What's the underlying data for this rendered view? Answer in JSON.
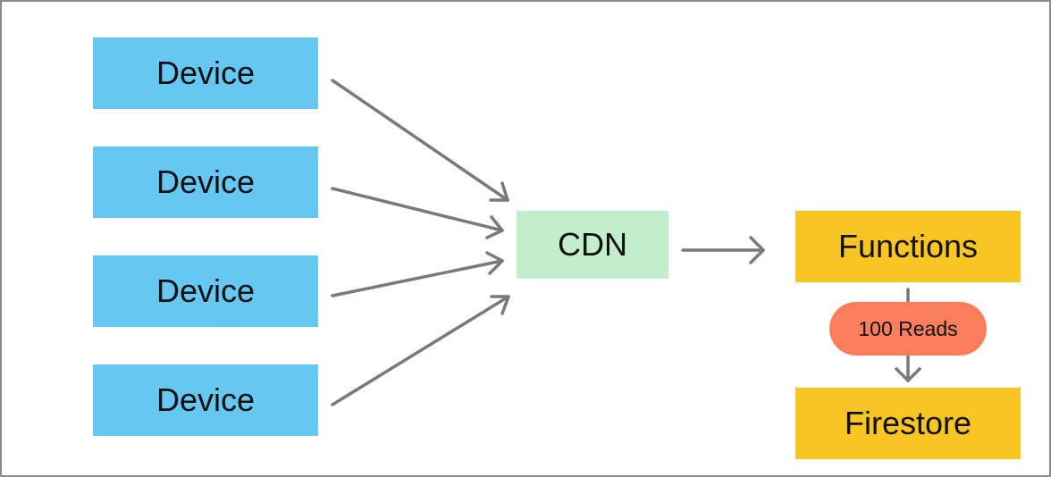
{
  "colors": {
    "device": "#65c7f2",
    "cdn": "#c3eecc",
    "service": "#f8c523",
    "badge": "#fa7e5c",
    "arrow": "#7a7a7a",
    "border": "#8c8c8c"
  },
  "devices": [
    {
      "label": "Device"
    },
    {
      "label": "Device"
    },
    {
      "label": "Device"
    },
    {
      "label": "Device"
    }
  ],
  "cdn": {
    "label": "CDN"
  },
  "functions": {
    "label": "Functions"
  },
  "firestore": {
    "label": "Firestore"
  },
  "reads_badge": {
    "label": "100 Reads"
  }
}
